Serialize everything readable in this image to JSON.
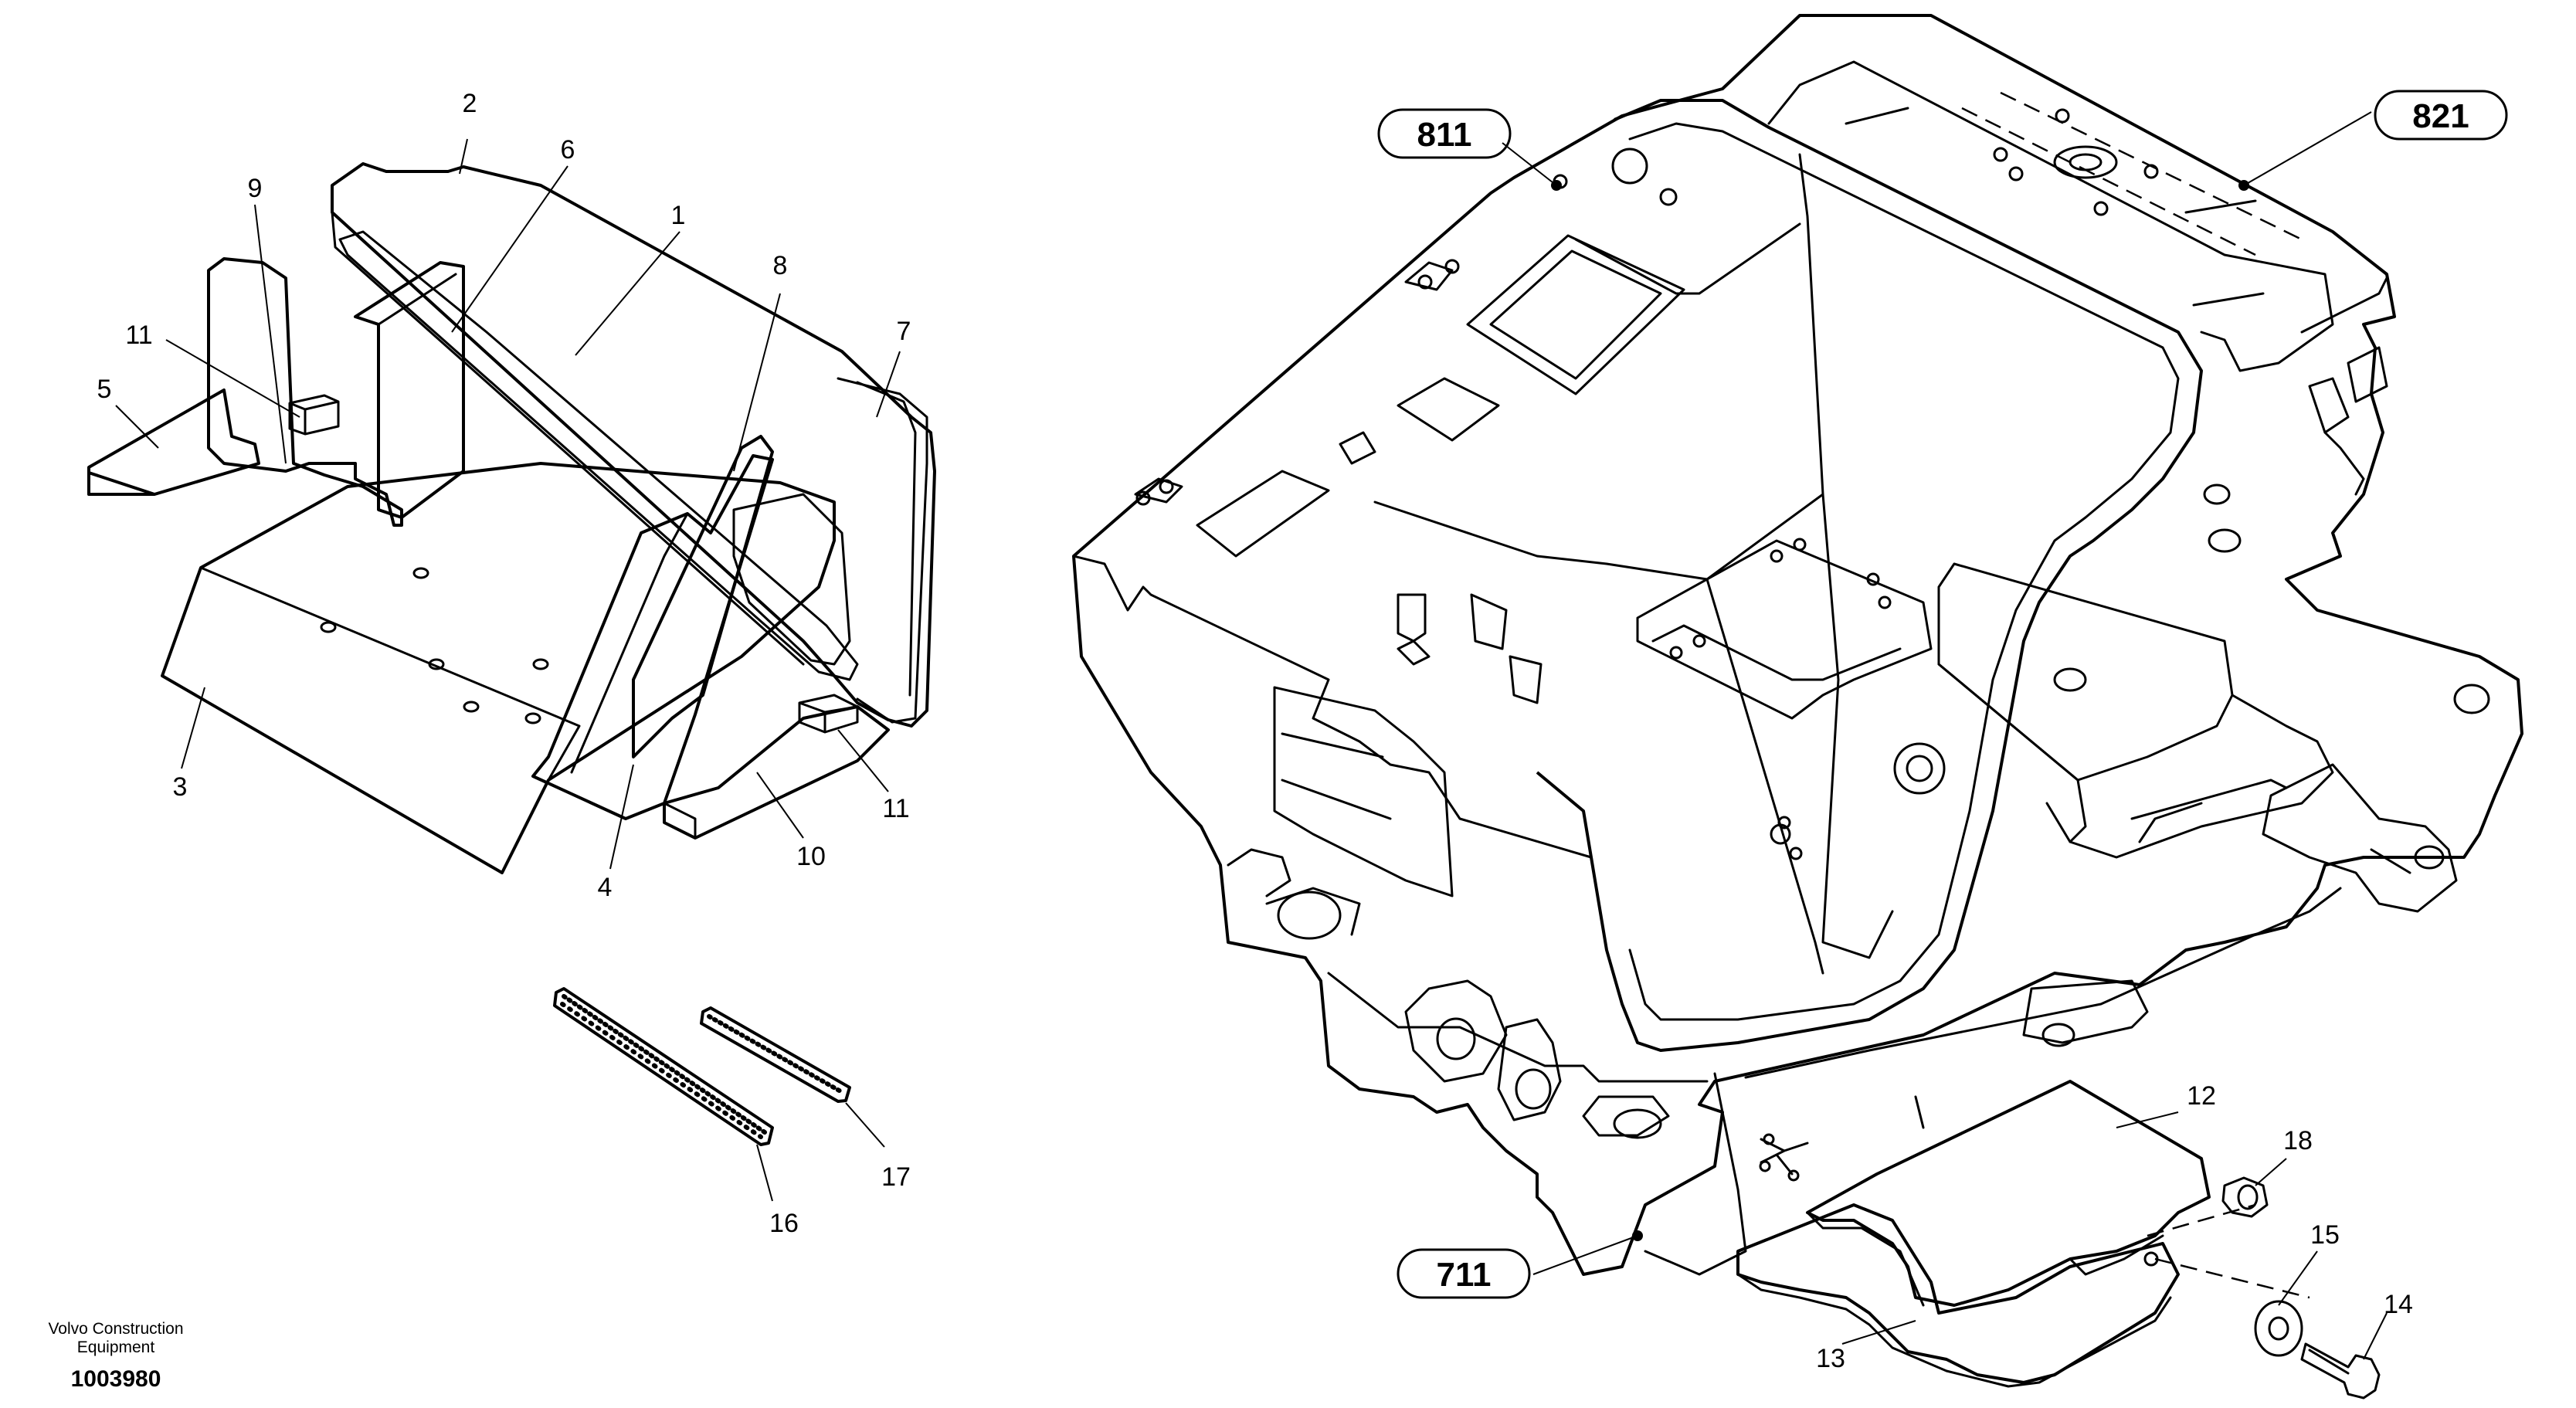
{
  "callouts": {
    "c1": "1",
    "c2": "2",
    "c3": "3",
    "c4": "4",
    "c5": "5",
    "c6": "6",
    "c7": "7",
    "c8": "8",
    "c9": "9",
    "c10": "10",
    "c11a": "11",
    "c11b": "11",
    "c12": "12",
    "c13": "13",
    "c14": "14",
    "c15": "15",
    "c16": "16",
    "c17": "17",
    "c18": "18"
  },
  "references": {
    "r811": "811",
    "r821": "821",
    "r711": "711"
  },
  "footer": {
    "brand_line1": "Volvo Construction",
    "brand_line2": "Equipment",
    "doc_id": "1003980"
  }
}
